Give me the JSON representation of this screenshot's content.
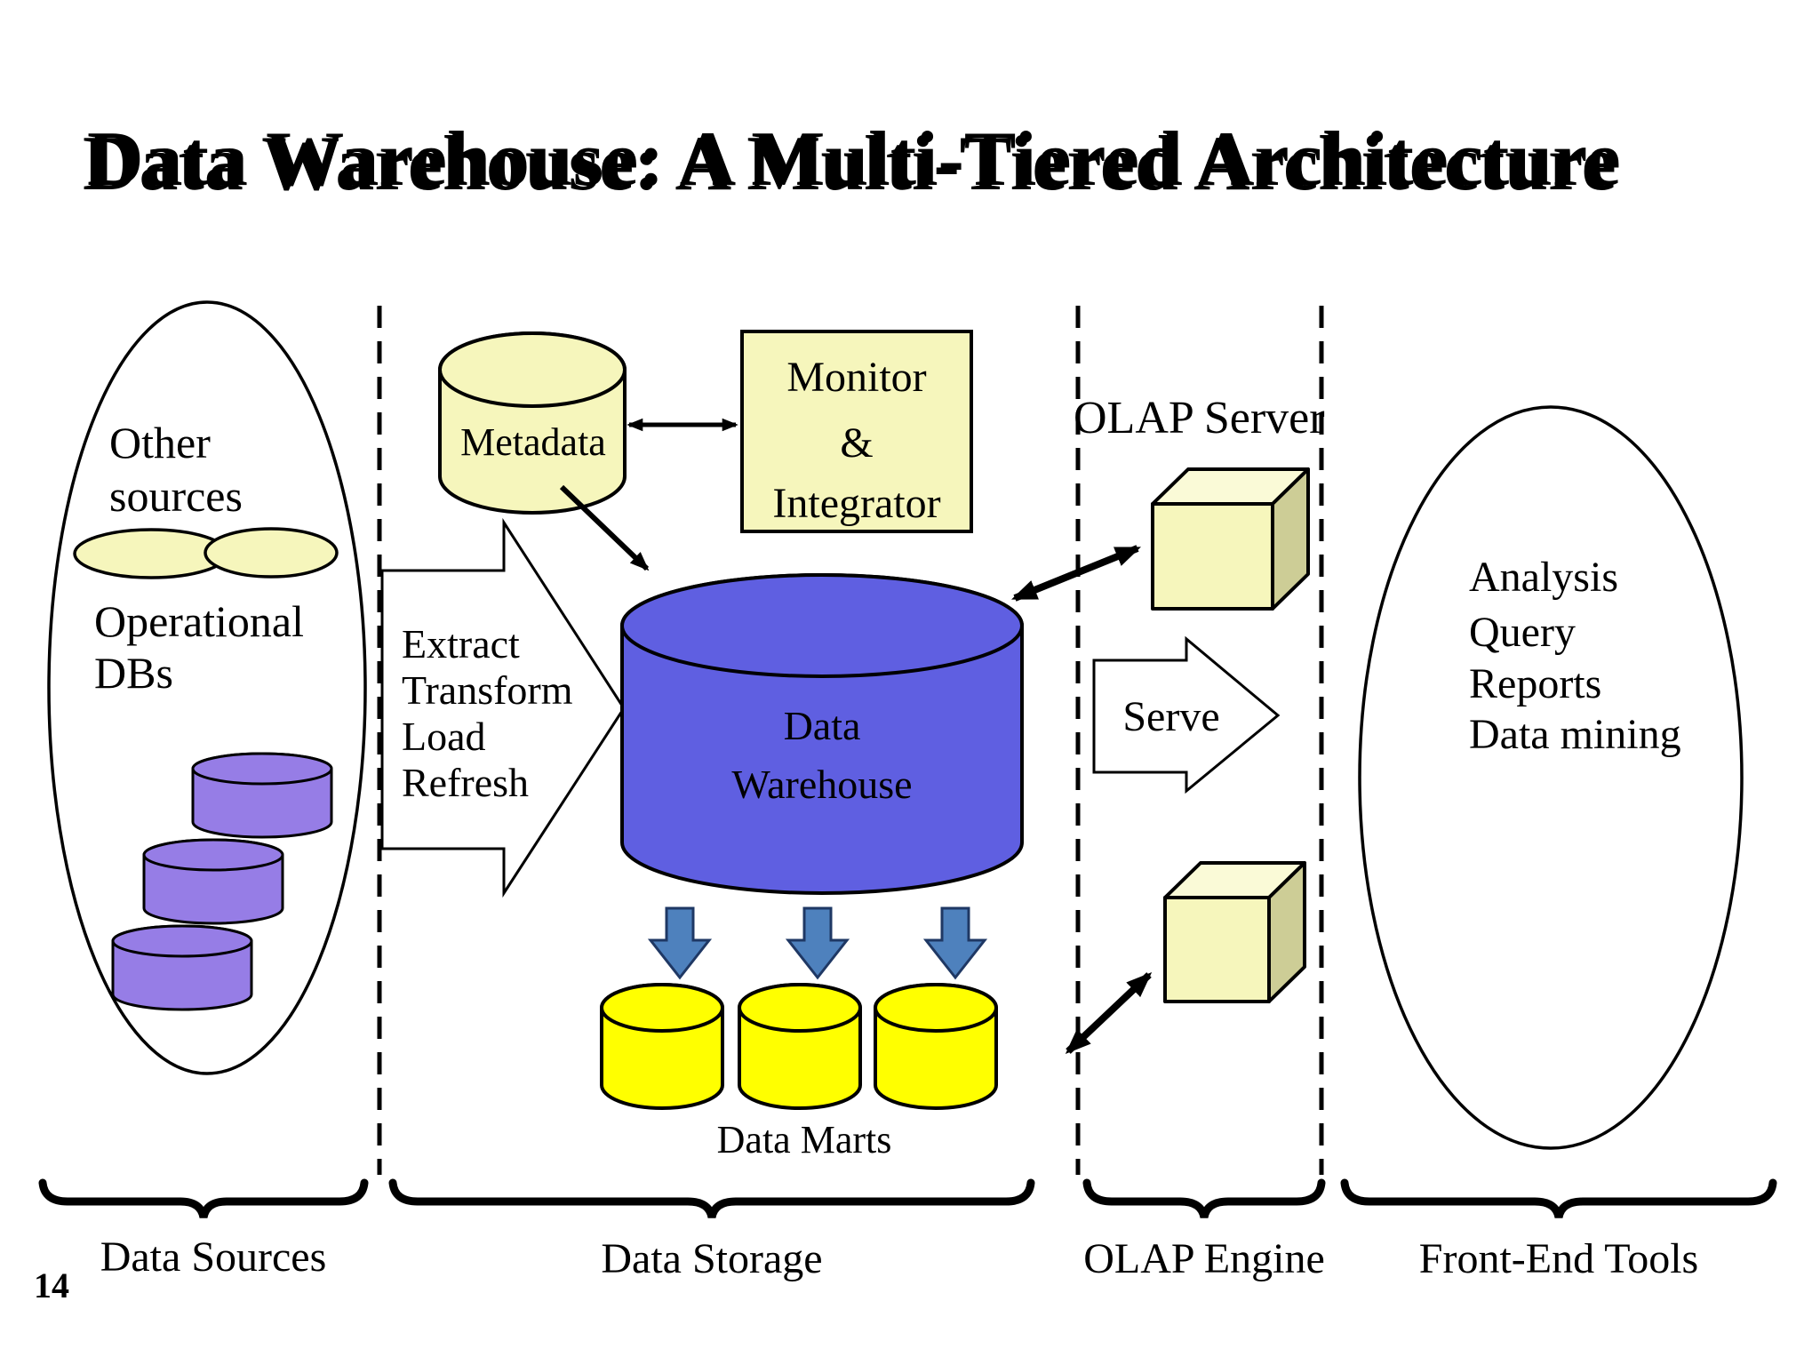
{
  "title": "Data Warehouse: A Multi-Tiered Architecture",
  "page_number": "14",
  "data_sources": {
    "other_sources_lines": [
      "Other",
      "sources"
    ],
    "operational_db_lines": [
      "Operational",
      "DBs"
    ]
  },
  "etl": {
    "lines": [
      "Extract",
      "Transform",
      "Load",
      "Refresh"
    ]
  },
  "storage": {
    "metadata_label": "Metadata",
    "monitor_lines": [
      "Monitor",
      "&",
      "Integrator"
    ],
    "warehouse_lines": [
      "Data",
      "Warehouse"
    ],
    "data_marts_label": "Data Marts"
  },
  "olap": {
    "server_label": "OLAP Server",
    "serve_label": "Serve"
  },
  "front_end": {
    "lines": [
      "Analysis",
      "Query",
      "Reports",
      "Data mining"
    ]
  },
  "sections": {
    "data_sources": "Data Sources",
    "data_storage": "Data Storage",
    "olap_engine": "OLAP Engine",
    "front_end_tools": "Front-End Tools"
  },
  "colors": {
    "title_blue": "#2D5386",
    "title_shadow": "#000000",
    "pale_yellow": "#F6F6BC",
    "cube_top": "#FAFAD7",
    "cube_side": "#CDCD96",
    "bright_yellow": "#FFFF00",
    "warehouse_blue": "#5F5FE1",
    "purple": "#967DE6",
    "arrow_blue": "#4E81BD",
    "arrow_blue_outline": "#1F3864",
    "white": "#FFFFFF",
    "page_number_blue": "#31639C"
  }
}
